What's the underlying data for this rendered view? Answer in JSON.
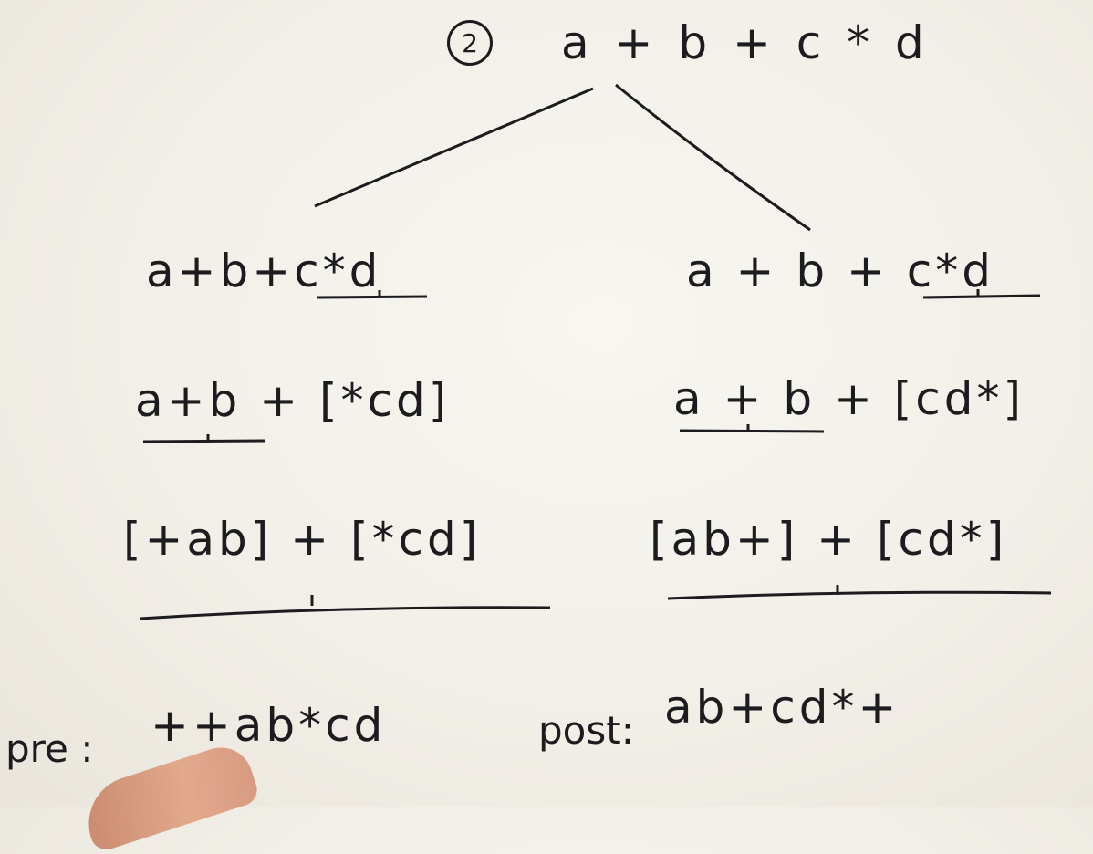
{
  "header": {
    "problem_number": "2",
    "expression": "a + b + c * d"
  },
  "left_column": {
    "step1": "a+b+c*d",
    "step2": "a+b + [*cd]",
    "step3": "[+ab] + [*cd]"
  },
  "right_column": {
    "step1": "a + b + c*d",
    "step2": "a + b + [cd*]",
    "step3": "[ab+] + [cd*]"
  },
  "results": {
    "pre_label": "pre :",
    "pre_value": "++ab*cd",
    "post_label": "post:",
    "post_value": "ab+cd*+"
  },
  "ink_color": "#1c1c1e"
}
